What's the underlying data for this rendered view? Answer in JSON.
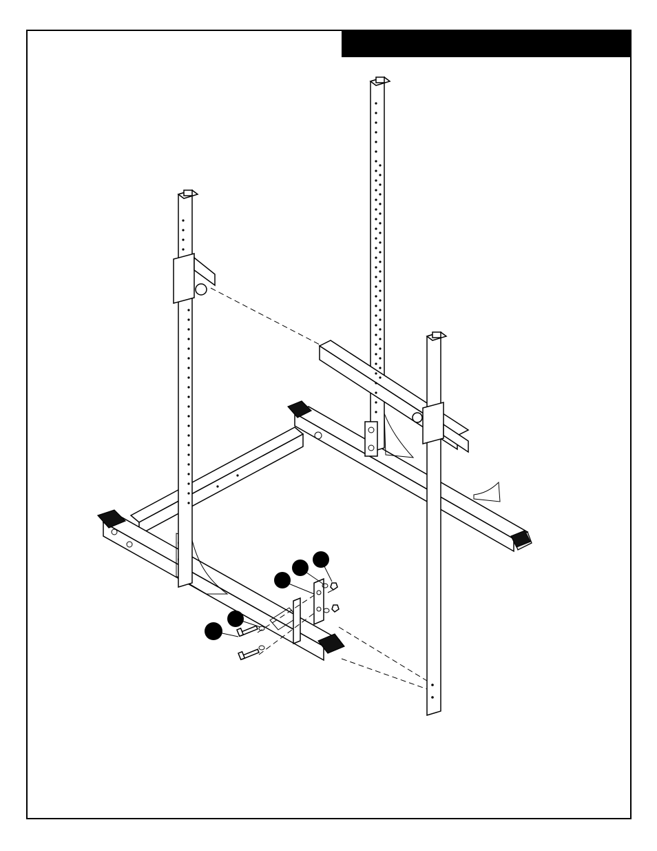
{
  "header": {
    "title": ""
  },
  "diagram": {
    "callouts": [
      {
        "id": "callout-1",
        "label": ""
      },
      {
        "id": "callout-2",
        "label": ""
      },
      {
        "id": "callout-3",
        "label": ""
      },
      {
        "id": "callout-4",
        "label": ""
      },
      {
        "id": "callout-5",
        "label": ""
      }
    ]
  }
}
